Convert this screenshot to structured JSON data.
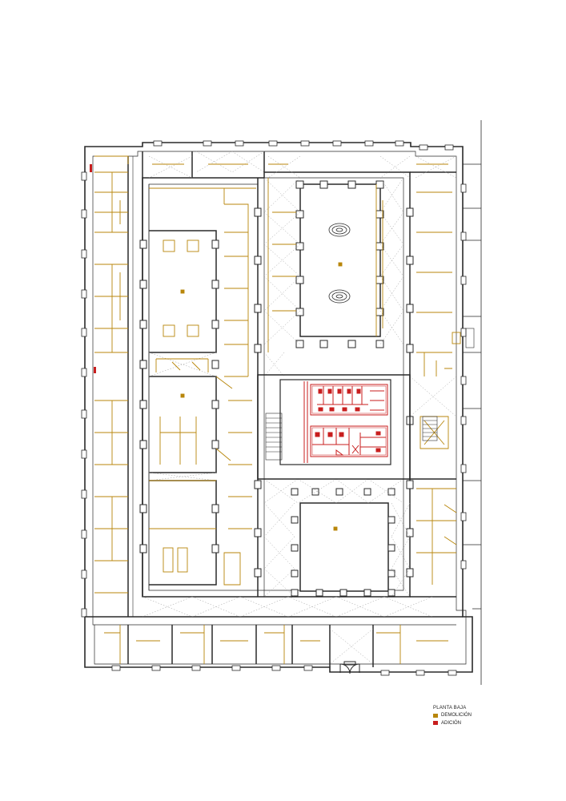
{
  "legend": {
    "title": "PLANTA BAJA",
    "items": [
      {
        "label": "DEMOLICIÓN",
        "color": "#b8860b"
      },
      {
        "label": "ADICIÓN",
        "color": "#c81e1e"
      }
    ]
  },
  "colors": {
    "existing": "#2a2a2a",
    "demolition": "#b8860b",
    "addition": "#c81e1e",
    "hatch": "#9a9a9a"
  }
}
